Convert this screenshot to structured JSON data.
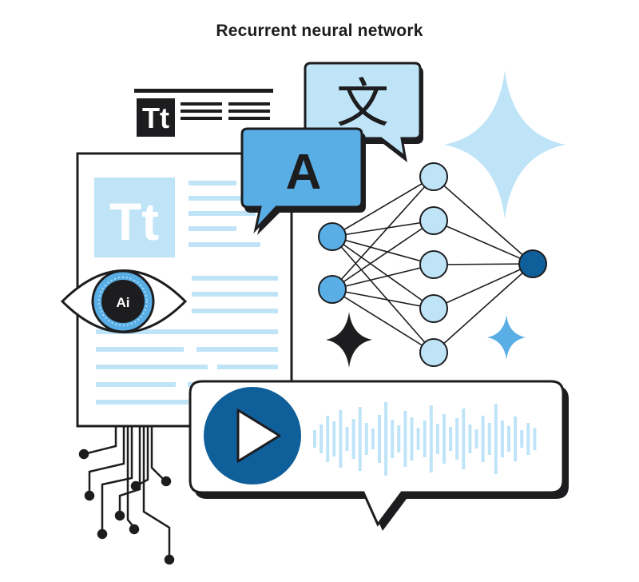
{
  "title": "Recurrent neural network",
  "doc_tt_big": "Tt",
  "doc_tt_small": "Tt",
  "translation_glyph": "文",
  "bubble_letter": "A",
  "eye_badge": "Ai",
  "colors": {
    "ink": "#1d1d1f",
    "light_blue": "#bfe4f8",
    "mid_blue": "#5aaee6",
    "dark_blue": "#0f5f9a",
    "pale_line": "#a9d6f1"
  }
}
